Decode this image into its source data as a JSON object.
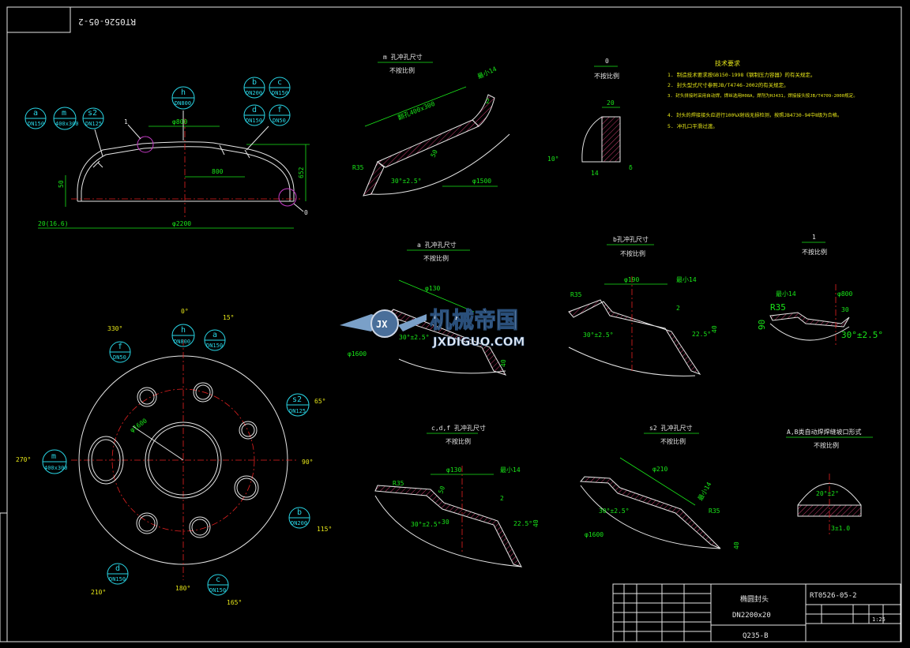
{
  "colors": {
    "background": "#000000",
    "outline": "#e6e6e6",
    "dimension": "#19e619",
    "callout": "#29d6e6",
    "centerline": "#e62121",
    "detail_mark": "#c83cc8",
    "notes": "#e6e619"
  },
  "drawing_no_vertical": "RT0526-05-2",
  "main_view": {
    "dims": {
      "d800": "φ800",
      "d2200": "φ2200",
      "l800": "800",
      "h652": "652",
      "h50": "50",
      "wall": "20(16.6)"
    },
    "detail_marks": {
      "one": "1",
      "zero": "0"
    },
    "callouts": [
      {
        "letter": "a",
        "spec": "DN150"
      },
      {
        "letter": "m",
        "spec": "400x300"
      },
      {
        "letter": "s2",
        "spec": "DN125"
      },
      {
        "letter": "h",
        "spec": "DN800"
      },
      {
        "letter": "b",
        "spec": "DN200"
      },
      {
        "letter": "c",
        "spec": "DN150"
      },
      {
        "letter": "d",
        "spec": "DN150"
      },
      {
        "letter": "f",
        "spec": "DN50"
      }
    ]
  },
  "plan_view": {
    "angles": {
      "a0": "0°",
      "a15": "15°",
      "a330": "330°",
      "a65": "65°",
      "a270": "270°",
      "a90": "90°",
      "a115": "115°",
      "a210": "210°",
      "a180": "180°",
      "a165": "165°"
    },
    "bc_dim": "φ1600",
    "callouts": [
      {
        "letter": "h",
        "spec": "DN800"
      },
      {
        "letter": "a",
        "spec": "DN150"
      },
      {
        "letter": "f",
        "spec": "DN50"
      },
      {
        "letter": "s2",
        "spec": "DN125"
      },
      {
        "letter": "m",
        "spec": "400x300"
      },
      {
        "letter": "b",
        "spec": "DN200"
      },
      {
        "letter": "d",
        "spec": "DN150"
      },
      {
        "letter": "c",
        "spec": "DN150"
      }
    ]
  },
  "detail_m": {
    "title": "m 孔冲孔尺寸",
    "sub": "不按比例",
    "dims": {
      "d1": "翻孔400x300",
      "d2": "最小14",
      "d3": "2",
      "d4": "R35",
      "d5": "30°±2.5°",
      "d6": "φ1500",
      "d7": "50"
    }
  },
  "detail_0": {
    "title": "0",
    "sub": "不按比例",
    "dims": {
      "d1": "20",
      "d2": "10°",
      "d3": "δ",
      "d4": "14"
    }
  },
  "notes": {
    "title": "技术要求",
    "lines": [
      "1. 制造技术要求按GB150-1998《钢制压力容器》的有关规定。",
      "2. 封头型式尺寸参照JB/T4746-2002的有关规定。",
      "3. 封头拼接时采用自动焊，焊丝选用H08A，焊剂为HJ431，焊接接头按JB/T4709-2000规定。",
      "4. 封头的焊接接头应进行100%X射线无损检测，按照JB4730-94中Ⅱ级为合格。",
      "5. 冲孔口平滑过渡。"
    ]
  },
  "detail_a": {
    "title": "a 孔冲孔尺寸",
    "sub": "不按比例",
    "dims": {
      "d1": "φ130",
      "d2": "φ1600",
      "d3": "30°±2.5°",
      "d4": "40"
    }
  },
  "detail_b": {
    "title": "b孔冲孔尺寸",
    "sub": "不按比例",
    "dims": {
      "d1": "φ190",
      "d2": "最小14",
      "d3": "R35",
      "d4": "2",
      "d5": "30°±2.5°",
      "d6": "22.5°",
      "d7": "40"
    }
  },
  "detail_1": {
    "title": "1",
    "sub": "不按比例",
    "dims": {
      "d1": "最小14",
      "d2": "φ800",
      "d3": "R35",
      "d4": "90",
      "d5": "30°±2.5°",
      "d6": "30"
    }
  },
  "detail_cdf": {
    "title": "c,d,f 孔冲孔尺寸",
    "sub": "不按比例",
    "dims": {
      "d1": "φ130",
      "d2": "最小14",
      "d3": "R35",
      "d4": "2",
      "d5": "30°±2.5°",
      "d6": "22.5°",
      "d7": "40",
      "d8": "50",
      "d9": "30"
    }
  },
  "detail_s2": {
    "title": "s2 孔冲孔尺寸",
    "sub": "不按比例",
    "dims": {
      "d1": "φ210",
      "d2": "最小14",
      "d3": "R35",
      "d4": "30°±2.5°",
      "d5": "φ1600",
      "d6": "40"
    }
  },
  "detail_ab": {
    "title": "A,B类自动焊焊缝坡口形式",
    "sub": "不按比例",
    "dims": {
      "d1": "20°±2°",
      "d2": "3±1.0"
    }
  },
  "watermark": {
    "name": "机械帝国",
    "url": "JXDIGUO.COM"
  },
  "title_block": {
    "part_name": "椭圆封头",
    "size": "DN2200x20",
    "material": "Q235-B",
    "drawing_no": "RT0526-05-2",
    "scale": "1:25"
  }
}
